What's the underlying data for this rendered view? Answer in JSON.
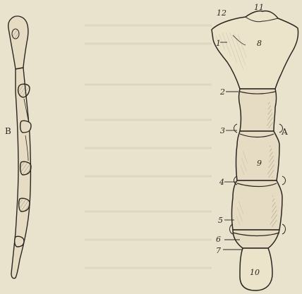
{
  "figure": {
    "left_bone": {
      "label_b": "B"
    },
    "right_bone": {
      "label_a": "A",
      "numbers": {
        "n1": "1",
        "n2": "2",
        "n3": "3",
        "n4": "4",
        "n5": "5",
        "n6": "6",
        "n7": "7",
        "n8": "8",
        "n9": "9",
        "n10": "10",
        "n11": "11",
        "n12": "12"
      }
    }
  },
  "colors": {
    "paper": "#e9e2cd",
    "ink": "#2a2620"
  }
}
